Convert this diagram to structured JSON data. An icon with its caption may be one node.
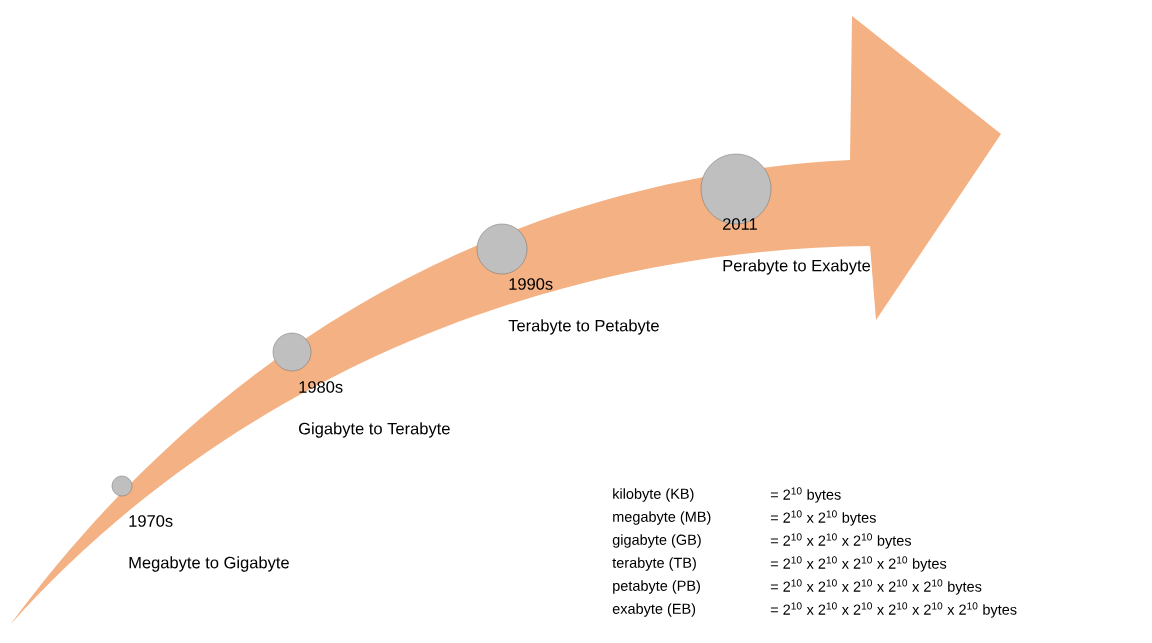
{
  "diagram": {
    "nodes": [
      {
        "text": [],
        "shape": "circle",
        "beside": [
          "1970s",
          "Megabyte to Gigabyte"
        ]
      },
      {
        "text": [],
        "shape": "circle",
        "beside": [
          "1980s",
          "Gigabyte to Terabyte"
        ]
      },
      {
        "text": [],
        "shape": "circle",
        "beside": [
          "1990s",
          "Terabyte to Petabyte"
        ]
      },
      {
        "text": [],
        "shape": "circle",
        "beside": [
          "2011",
          "Perabyte to Exabyte"
        ]
      }
    ],
    "labels": [
      "kilobyte (KB)",
      "= 2$^{10}$ bytes",
      "megabyte (MB)",
      "= 2$^{10}$ x 2$^{10}$ bytes",
      "gigabyte (GB)",
      "= 2$^{10}$ x 2$^{10}$ x 2$^{10}$ bytes",
      "terabyte (TB)",
      "= 2$^{10}$ x 2$^{10}$ x 2$^{10}$ x 2$^{10}$ bytes",
      "petabyte (PB)",
      "= 2$^{10}$ x 2$^{10}$ x 2$^{10}$ x 2$^{10}$ x 2$^{10}$ bytes",
      "exabyte (EB)",
      "= 2$^{10}$ x 2$^{10}$ x 2$^{10}$ x 2$^{10}$ x 2$^{10}$ x 2$^{10}$ bytes"
    ]
  }
}
